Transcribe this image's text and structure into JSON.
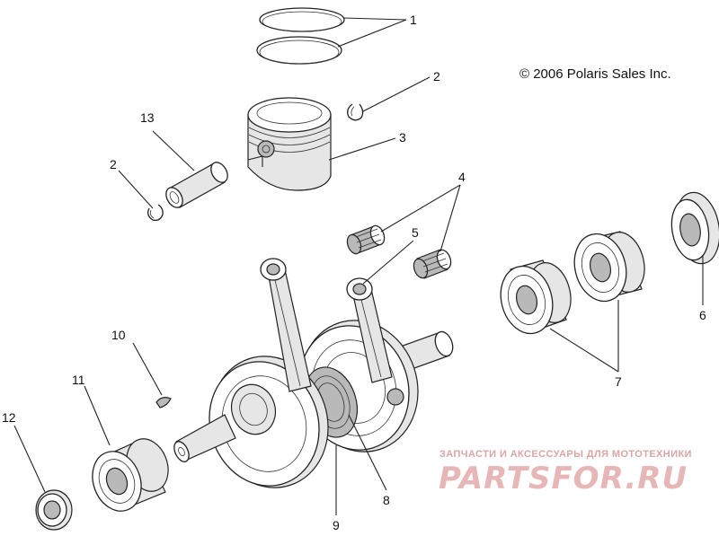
{
  "copyright": "© 2006 Polaris Sales Inc.",
  "watermark": {
    "tagline": "ЗАПЧАСТИ И АКСЕССУАРЫ ДЛЯ МОТОТЕХНИКИ",
    "brand": "PARTSFOR.RU"
  },
  "callouts": {
    "c1": "1",
    "c2a": "2",
    "c2b": "2",
    "c3": "3",
    "c4": "4",
    "c5": "5",
    "c6": "6",
    "c7": "7",
    "c8": "8",
    "c9": "9",
    "c10": "10",
    "c11": "11",
    "c12": "12",
    "c13": "13"
  }
}
